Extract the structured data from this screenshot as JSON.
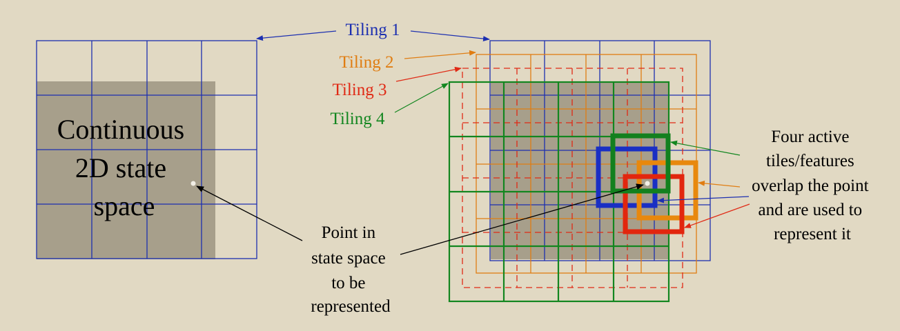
{
  "colors": {
    "background": "#e1d9c3",
    "state_space_fill": "#a79f8b",
    "tiling1": "#1c2fb0",
    "tiling2": "#e07d12",
    "tiling3": "#e02a15",
    "tiling4": "#12861f",
    "active_tile1": "#1a2fc4",
    "active_tile2": "#e8880d",
    "active_tile3": "#e2260e",
    "active_tile4": "#12801e",
    "point": "#f2efe6",
    "annotation": "#000000"
  },
  "labels": {
    "state_space": [
      "Continuous",
      "2D state",
      "space"
    ],
    "tiling1": "Tiling 1",
    "tiling2": "Tiling 2",
    "tiling3": "Tiling 3",
    "tiling4": "Tiling 4",
    "point_caption": [
      "Point in",
      "state space",
      "to be",
      "represented"
    ],
    "active_caption": [
      "Four active",
      "tiles/features",
      "overlap the point",
      "and are used to",
      "represent it"
    ]
  }
}
